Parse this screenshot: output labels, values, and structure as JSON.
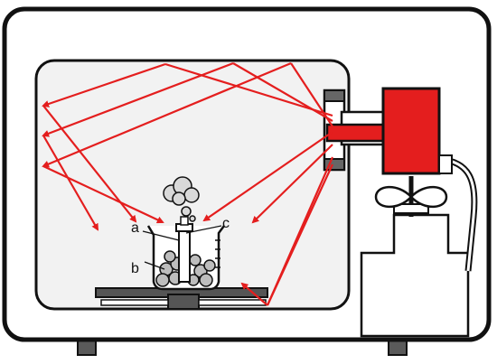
{
  "labels": {
    "a": "a",
    "b": "b",
    "c": "c"
  },
  "colors": {
    "ray": "#e41e1e",
    "magnetron": "#e41e1e",
    "outline": "#111111",
    "cavity": "#f2f2f2",
    "body": "#ffffff",
    "turntable": "#555555",
    "steam": "#cfcfcf",
    "foot": "#5a5a5a"
  },
  "icons": [
    "magnetron",
    "cooling-fan",
    "transformer",
    "turntable",
    "beaker",
    "steam-cloud"
  ]
}
